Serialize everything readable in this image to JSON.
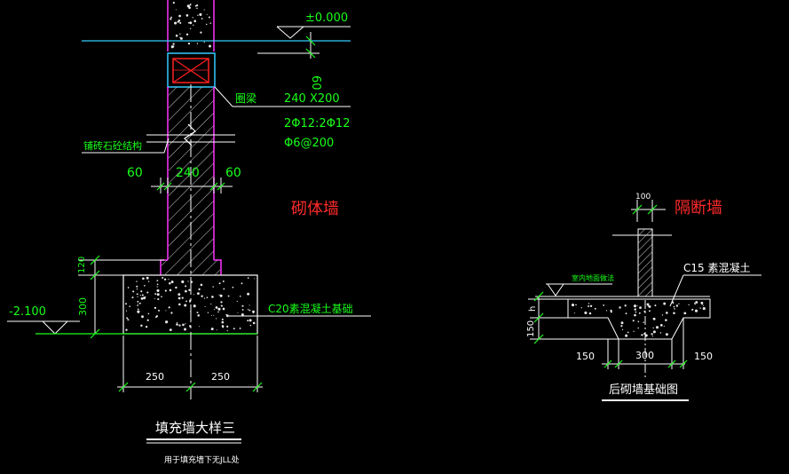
{
  "texts": {
    "level_top": "±0.000",
    "dim_60_vertical": "60",
    "beam_label": "圈梁",
    "beam_size": "240 X200",
    "beam_rebar": "2Φ12:2Φ12",
    "beam_stirrup": "Φ6@200",
    "membrane_note": "铺砖石砼结构",
    "dim_60_left": "60",
    "dim_240": "240",
    "dim_60_right": "60",
    "wall_label_left": "砌体墙",
    "dim_120": "120",
    "dim_300": "300",
    "level_bottom": "-2.100",
    "footing_label": "C20素混凝土基础",
    "dim_250_left": "250",
    "dim_250_right": "250",
    "detail_title": "填充墙大样三",
    "detail_subtitle": "用于填充墙下无JLL处",
    "dim_100": "100",
    "wall_label_right": "隔断墙",
    "c15_label": "C15 素混凝土",
    "floor_note": "室内地面做法",
    "dim_h": "h",
    "dim_150_vertical": "150",
    "dim_150_left": "150",
    "dim_300_right": "300",
    "dim_150_right": "150",
    "partition_title": "后砌墙基础图"
  },
  "colors": {
    "background": "#000000",
    "dimension_green": "#19ff19",
    "wall_magenta": "#ff33ff",
    "level_cyan": "#33ccff",
    "text_red": "#ff2a2a",
    "hatch_white": "#ffffff",
    "beam_red": "#ff2020"
  }
}
